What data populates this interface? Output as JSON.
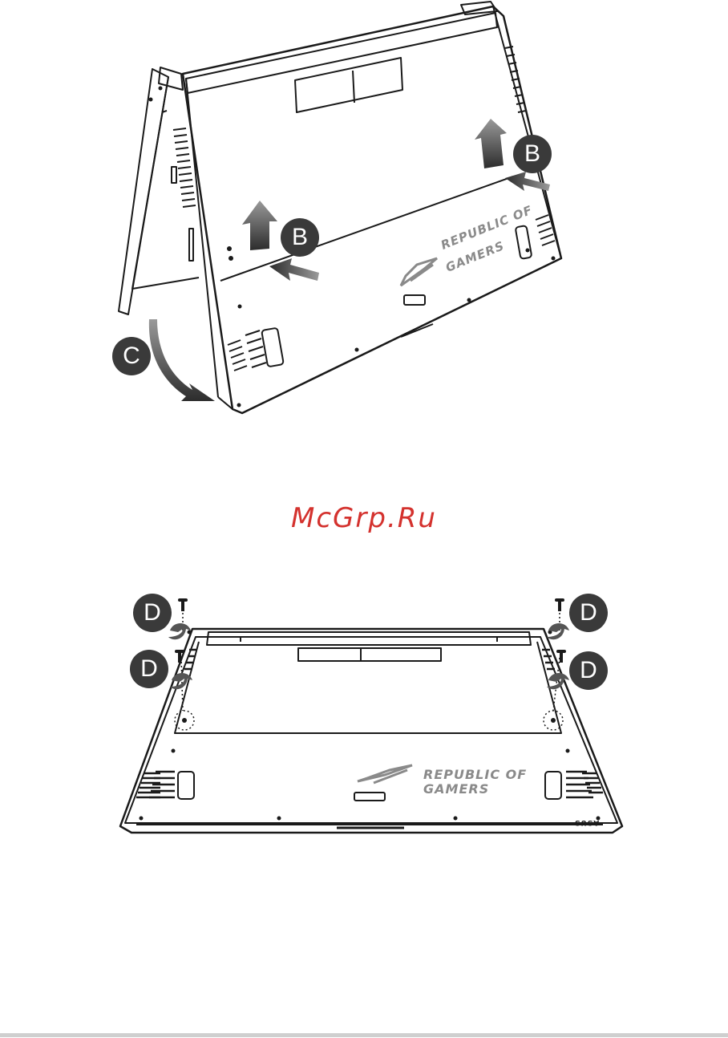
{
  "watermark": {
    "text": "McGrp.Ru",
    "color": "#d4322e"
  },
  "top_figure": {
    "labels": {
      "b_upper": "B",
      "b_lower": "B",
      "c": "C"
    },
    "brand_lines": [
      "REPUBLIC OF",
      "GAMERS"
    ]
  },
  "bottom_figure": {
    "labels": {
      "d_top_left": "D",
      "d_mid_left": "D",
      "d_top_right": "D",
      "d_mid_right": "D"
    },
    "brand_lines": [
      "REPUBLIC OF",
      "GAMERS"
    ],
    "maker_mark": "ASUS"
  },
  "colors": {
    "line": "#1a1a1a",
    "badge": "#3a3a3a",
    "arrow": "#555555"
  }
}
